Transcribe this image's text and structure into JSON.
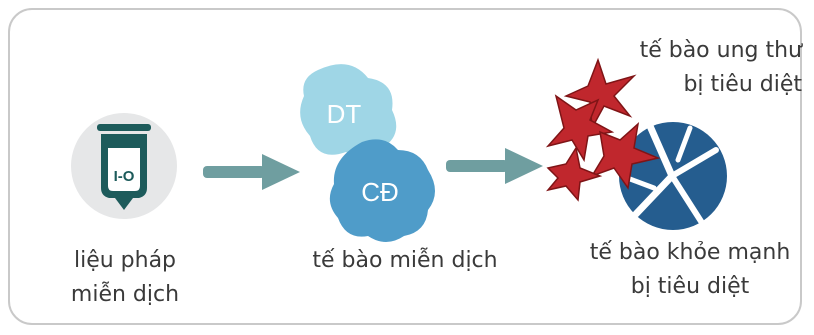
{
  "labels": {
    "therapy_line1": "liệu pháp",
    "therapy_line2": "miễn dịch",
    "immune_cells": "tế bào miễn dịch",
    "cancer_line1": "tế bào ung thư",
    "cancer_line2": "bị tiêu diệt",
    "healthy_line1": "tế bào khỏe mạnh",
    "healthy_line2": "bị tiêu diệt"
  },
  "iv_bag_text": "I-O",
  "cell_dt": "DT",
  "cell_cd": "CĐ",
  "colors": {
    "border": "#c9c9c9",
    "arrow": "#6f9ea0",
    "iv_bag": "#1d5b5b",
    "circle_bg": "#e6e7e8",
    "dt_cell": "#9fd6e6",
    "cd_cell": "#4f9cc9",
    "cancer_cell": "#c0272d",
    "healthy_cell": "#255d8f"
  }
}
